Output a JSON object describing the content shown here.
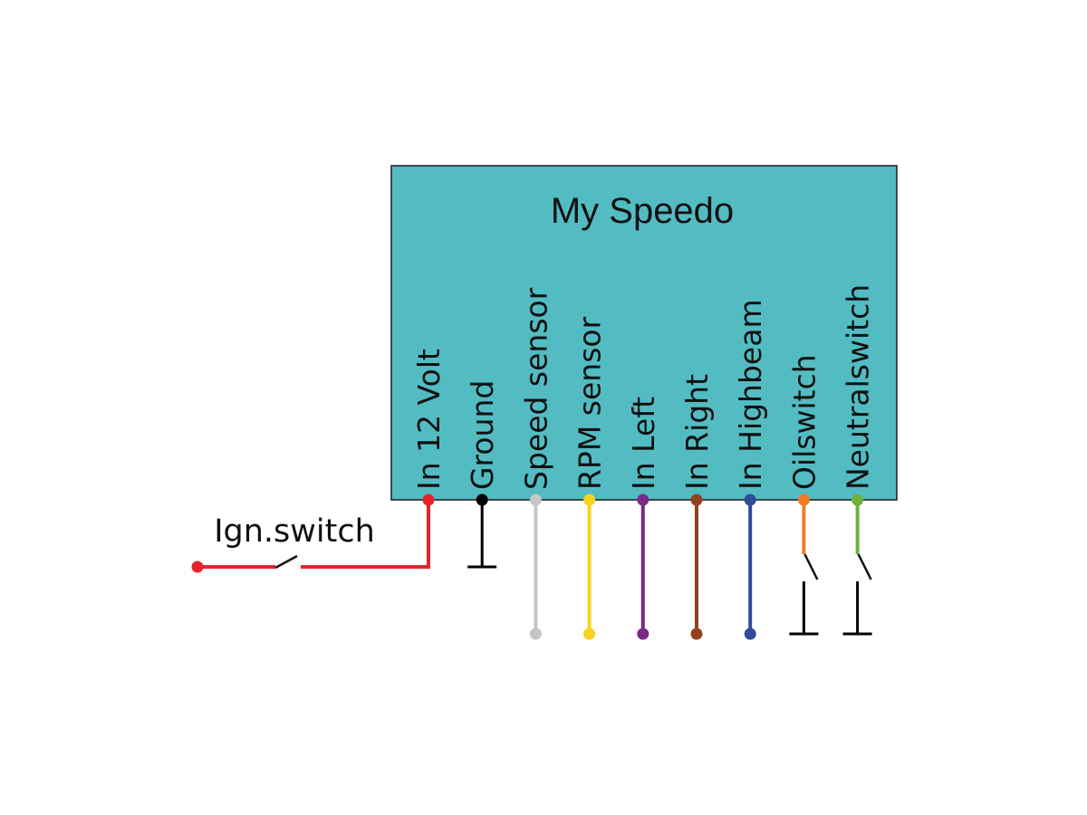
{
  "device": {
    "title": "My Speedo",
    "box_color": "#52BCC2"
  },
  "ignition": {
    "label": "Ign.switch",
    "color": "#E3252B"
  },
  "pins": [
    {
      "id": "in-12-volt",
      "label": "In 12 Volt",
      "color": "#E3252B",
      "termination": "ignition"
    },
    {
      "id": "ground",
      "label": "Ground",
      "color": "#000000",
      "termination": "ground"
    },
    {
      "id": "speed-sensor",
      "label": "Speed sensor",
      "color": "#C6C6C6",
      "termination": "terminal"
    },
    {
      "id": "rpm-sensor",
      "label": "RPM sensor",
      "color": "#F8D21C",
      "termination": "terminal"
    },
    {
      "id": "in-left",
      "label": "In Left",
      "color": "#7B2A86",
      "termination": "terminal"
    },
    {
      "id": "in-right",
      "label": "In Right",
      "color": "#94401F",
      "termination": "terminal"
    },
    {
      "id": "in-highbeam",
      "label": "In Highbeam",
      "color": "#33499A",
      "termination": "terminal"
    },
    {
      "id": "oilswitch",
      "label": "Oilswitch",
      "color": "#F07D26",
      "termination": "switch-to-ground"
    },
    {
      "id": "neutralswitch",
      "label": "Neutralswitch",
      "color": "#6BB33B",
      "termination": "switch-to-ground"
    }
  ]
}
